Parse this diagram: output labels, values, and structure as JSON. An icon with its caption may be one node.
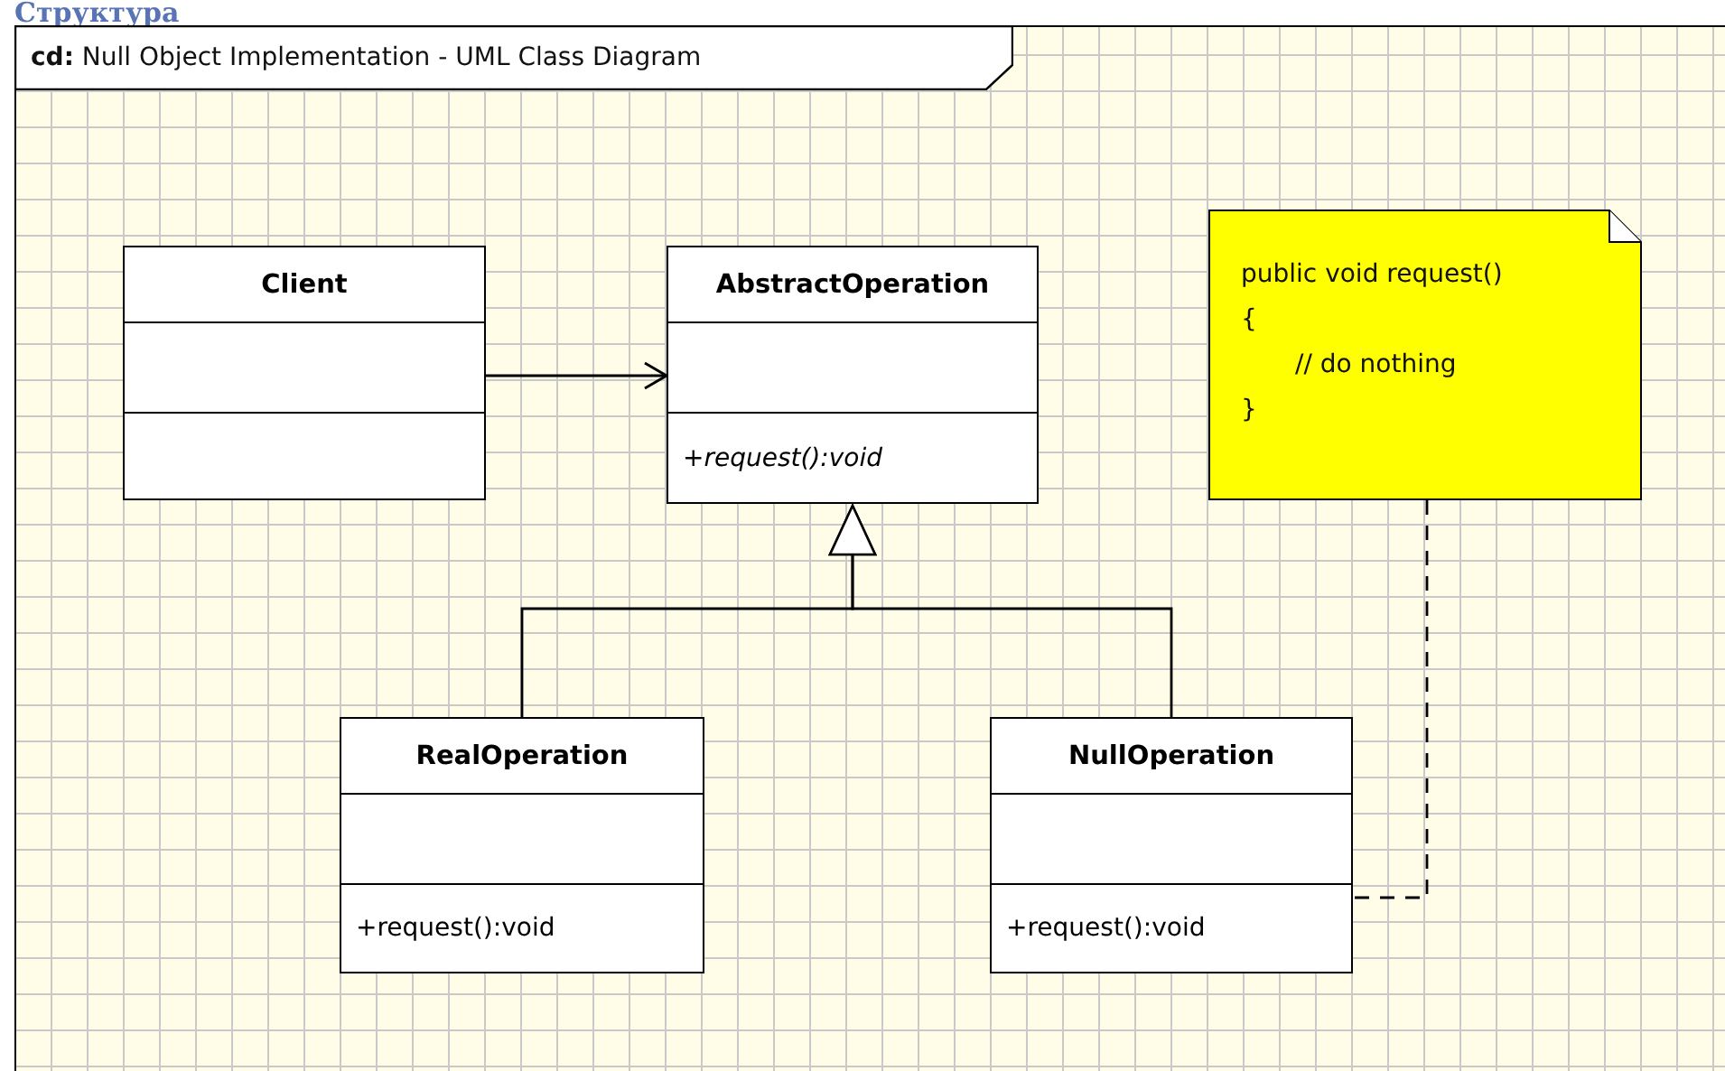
{
  "diagram": {
    "title": "Структура",
    "nodes": [
      {
        "text": [
          "**cd:** Null Object Implementation - UML Class Diagram"
        ]
      },
      {
        "text": [
          "Client"
        ],
        "in": 0
      },
      {
        "text": [
          "AbstractOperation",
          "*+request():void*"
        ],
        "in": 0
      },
      {
        "text": [
          "public void request()",
          "{",
          "// do nothing",
          "}"
        ],
        "in": 0
      },
      {
        "text": [
          "RealOperation",
          "+request():void"
        ],
        "in": 0
      },
      {
        "text": [
          "NullOperation",
          "+request():void"
        ],
        "in": 0
      }
    ],
    "edges": [
      {
        "from": 1,
        "to": 2,
        "arrow": "to"
      },
      {
        "from": 4,
        "to": 2,
        "arrow": "to"
      },
      {
        "from": 5,
        "to": 2,
        "arrow": "to"
      },
      {
        "from": 3,
        "to": 5,
        "arrow": "none",
        "style": "dashed"
      }
    ]
  }
}
